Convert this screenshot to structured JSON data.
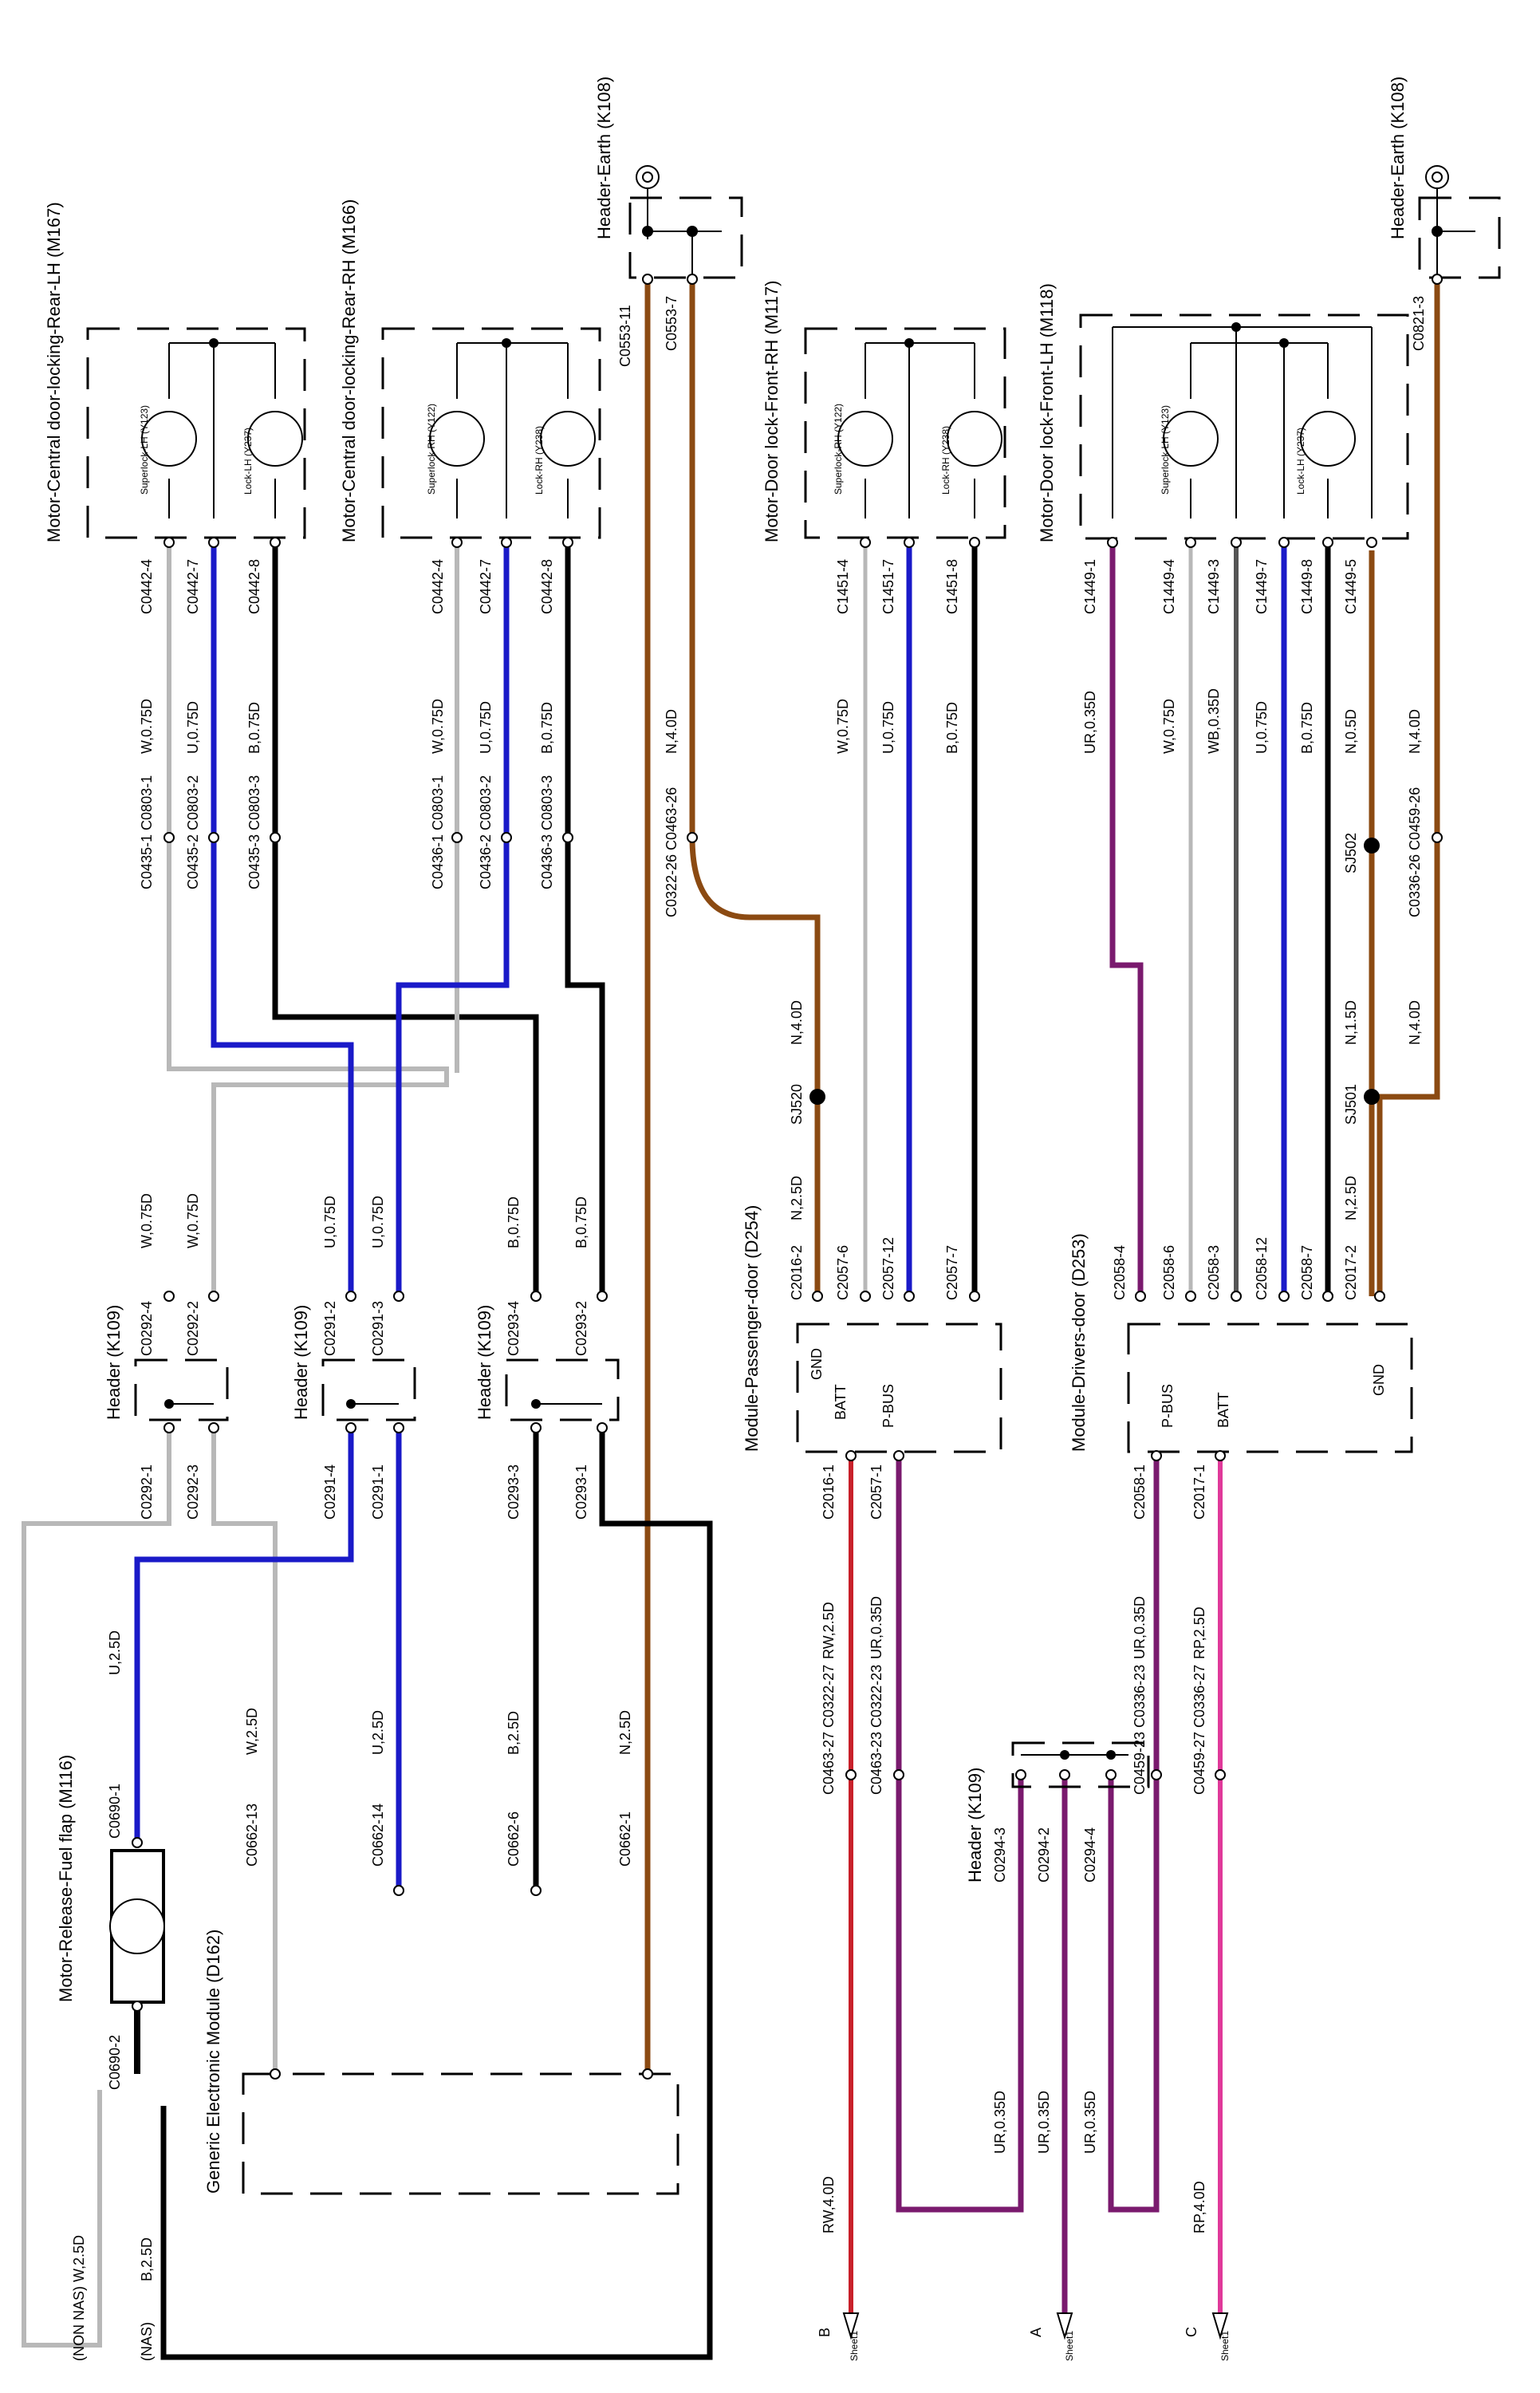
{
  "earth_rh": "Header-Earth (K108)",
  "earth_lh": "Header-Earth (K108)",
  "components": {
    "rear_lh": "Motor-Central door-locking-Rear-LH (M167)",
    "rear_rh": "Motor-Central door-locking-Rear-RH (M166)",
    "front_rh": "Motor-Door lock-Front-RH (M117)",
    "front_lh": "Motor-Door lock-Front-LH (M118)",
    "fuel_flap": "Motor-Release-Fuel flap (M116)",
    "gem": "Generic Electronic Module (D162)",
    "pass_mod": "Module-Passenger-door (D254)",
    "drv_mod": "Module-Drivers-door (D253)",
    "header_lower": "Header (K109)",
    "header_a": "Header (K109)",
    "header_b": "Header (K109)",
    "header_c": "Header (K109)"
  },
  "motor_labels": {
    "superlock_lh": "Superlock-LH (Y123)",
    "lock_lh": "Lock-LH (Y237)",
    "superlock_rh": "Superlock-RH (Y122)",
    "lock_rh": "Lock-RH (Y238)"
  },
  "pins": {
    "gnd": "GND",
    "batt": "BATT",
    "pbus": "P-BUS"
  },
  "connectors": {
    "c0553_11": "C0553-11",
    "c0553_7": "C0553-7",
    "c0821_3": "C0821-3",
    "c0442_4": "C0442-4",
    "c0442_7": "C0442-7",
    "c0442_8": "C0442-8",
    "c0435_1": "C0435-1 C0803-1",
    "c0435_2": "C0435-2 C0803-2",
    "c0435_3": "C0435-3 C0803-3",
    "c0436_1": "C0436-1 C0803-1",
    "c0436_2": "C0436-2 C0803-2",
    "c0436_3": "C0436-3 C0803-3",
    "c0322_26": "C0322-26 C0463-26",
    "c0336_26": "C0336-26 C0459-26",
    "c1451_4": "C1451-4",
    "c1451_7": "C1451-7",
    "c1451_8": "C1451-8",
    "c1449_1": "C1449-1",
    "c1449_4": "C1449-4",
    "c1449_3": "C1449-3",
    "c1449_7": "C1449-7",
    "c1449_8": "C1449-8",
    "c1449_5": "C1449-5",
    "c0292_4": "C0292-4",
    "c0292_2": "C0292-2",
    "c0292_1": "C0292-1",
    "c0292_3": "C0292-3",
    "c0291_2": "C0291-2",
    "c0291_3": "C0291-3",
    "c0291_4": "C0291-4",
    "c0291_1": "C0291-1",
    "c0293_4": "C0293-4",
    "c0293_2": "C0293-2",
    "c0293_3": "C0293-3",
    "c0293_1": "C0293-1",
    "c2016_2": "C2016-2",
    "c2057_6": "C2057-6",
    "c2057_12": "C2057-12",
    "c2057_7": "C2057-7",
    "c2058_4": "C2058-4",
    "c2058_6": "C2058-6",
    "c2058_3": "C2058-3",
    "c2058_12": "C2058-12",
    "c2058_7": "C2058-7",
    "c2017_2": "C2017-2",
    "c2016_1": "C2016-1",
    "c2057_1": "C2057-1",
    "c2058_1": "C2058-1",
    "c2017_1": "C2017-1",
    "c0463_27": "C0463-27 C0322-27",
    "c0463_23": "C0463-23 C0322-23",
    "c0459_23": "C0459-23 C0336-23",
    "c0459_27": "C0459-27 C0336-27",
    "c0690_1": "C0690-1",
    "c0690_2": "C0690-2",
    "c0662_13": "C0662-13",
    "c0662_14": "C0662-14",
    "c0662_6": "C0662-6",
    "c0662_1": "C0662-1",
    "c0294_3": "C0294-3",
    "c0294_2": "C0294-2",
    "c0294_4": "C0294-4"
  },
  "splices": {
    "sj520": "SJ520",
    "sj502": "SJ502",
    "sj501": "SJ501"
  },
  "wires": {
    "w075": "W,0.75D",
    "u075": "U,0.75D",
    "b075": "B,0.75D",
    "n40": "N,4.0D",
    "n05": "N,0.5D",
    "n15": "N,1.5D",
    "n25": "N,2.5D",
    "ur035": "UR,0.35D",
    "wb035": "WB,0.35D",
    "rw25": "RW,2.5D",
    "rp25": "RP,2.5D",
    "rw40": "RW,4.0D",
    "rp40": "RP,4.0D",
    "u25": "U,2.5D",
    "w25": "W,2.5D",
    "b25": "B,2.5D",
    "non_nas": "(NON NAS) W,2.5D",
    "nas": "(NAS)"
  },
  "sheets": {
    "b": "B",
    "a": "A",
    "c": "C",
    "sheet": "Sheet1"
  },
  "colors": {
    "brown": "#8B4A12",
    "blue": "#1a1ac8",
    "black": "#000000",
    "purple": "#7a1a6e",
    "pink": "#e0399a",
    "red": "#c8202a",
    "white_wire": "#b8b8b8"
  }
}
